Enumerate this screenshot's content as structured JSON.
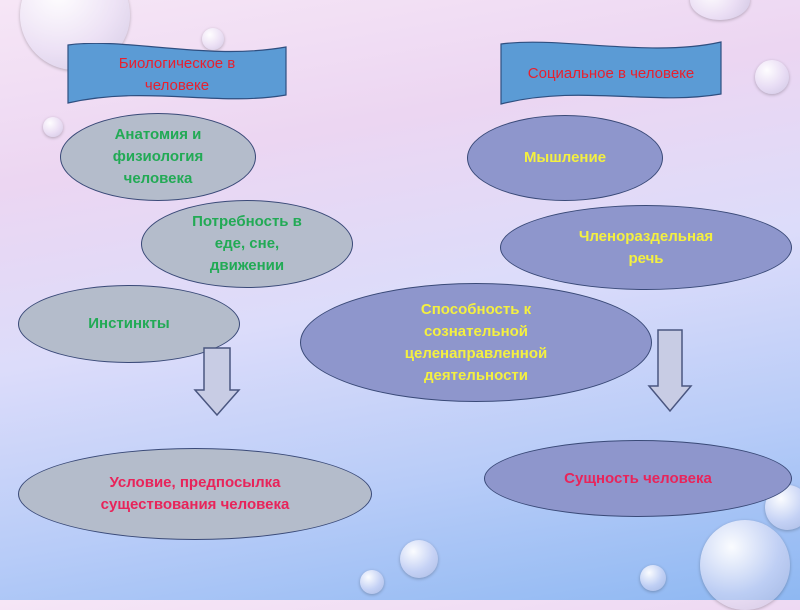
{
  "left_header": "Биологическое в человеке",
  "right_header": "Социальное в человеке",
  "biological": [
    "Анатомия и физиология человека",
    "Потребность в еде, сне, движении",
    "Инстинкты"
  ],
  "social": [
    "Мышление",
    "Членораздельная речь",
    "Способность к сознательной целенаправленной деятельности"
  ],
  "left_result": "Условие, предпосылка существования человека",
  "right_result": "Сущность человека",
  "colors": {
    "banner": "#5b9bd5",
    "header_text": "#e8202e",
    "bio_text": "#22aa55",
    "social_text": "#f4f040",
    "result_text": "#e8245a"
  }
}
